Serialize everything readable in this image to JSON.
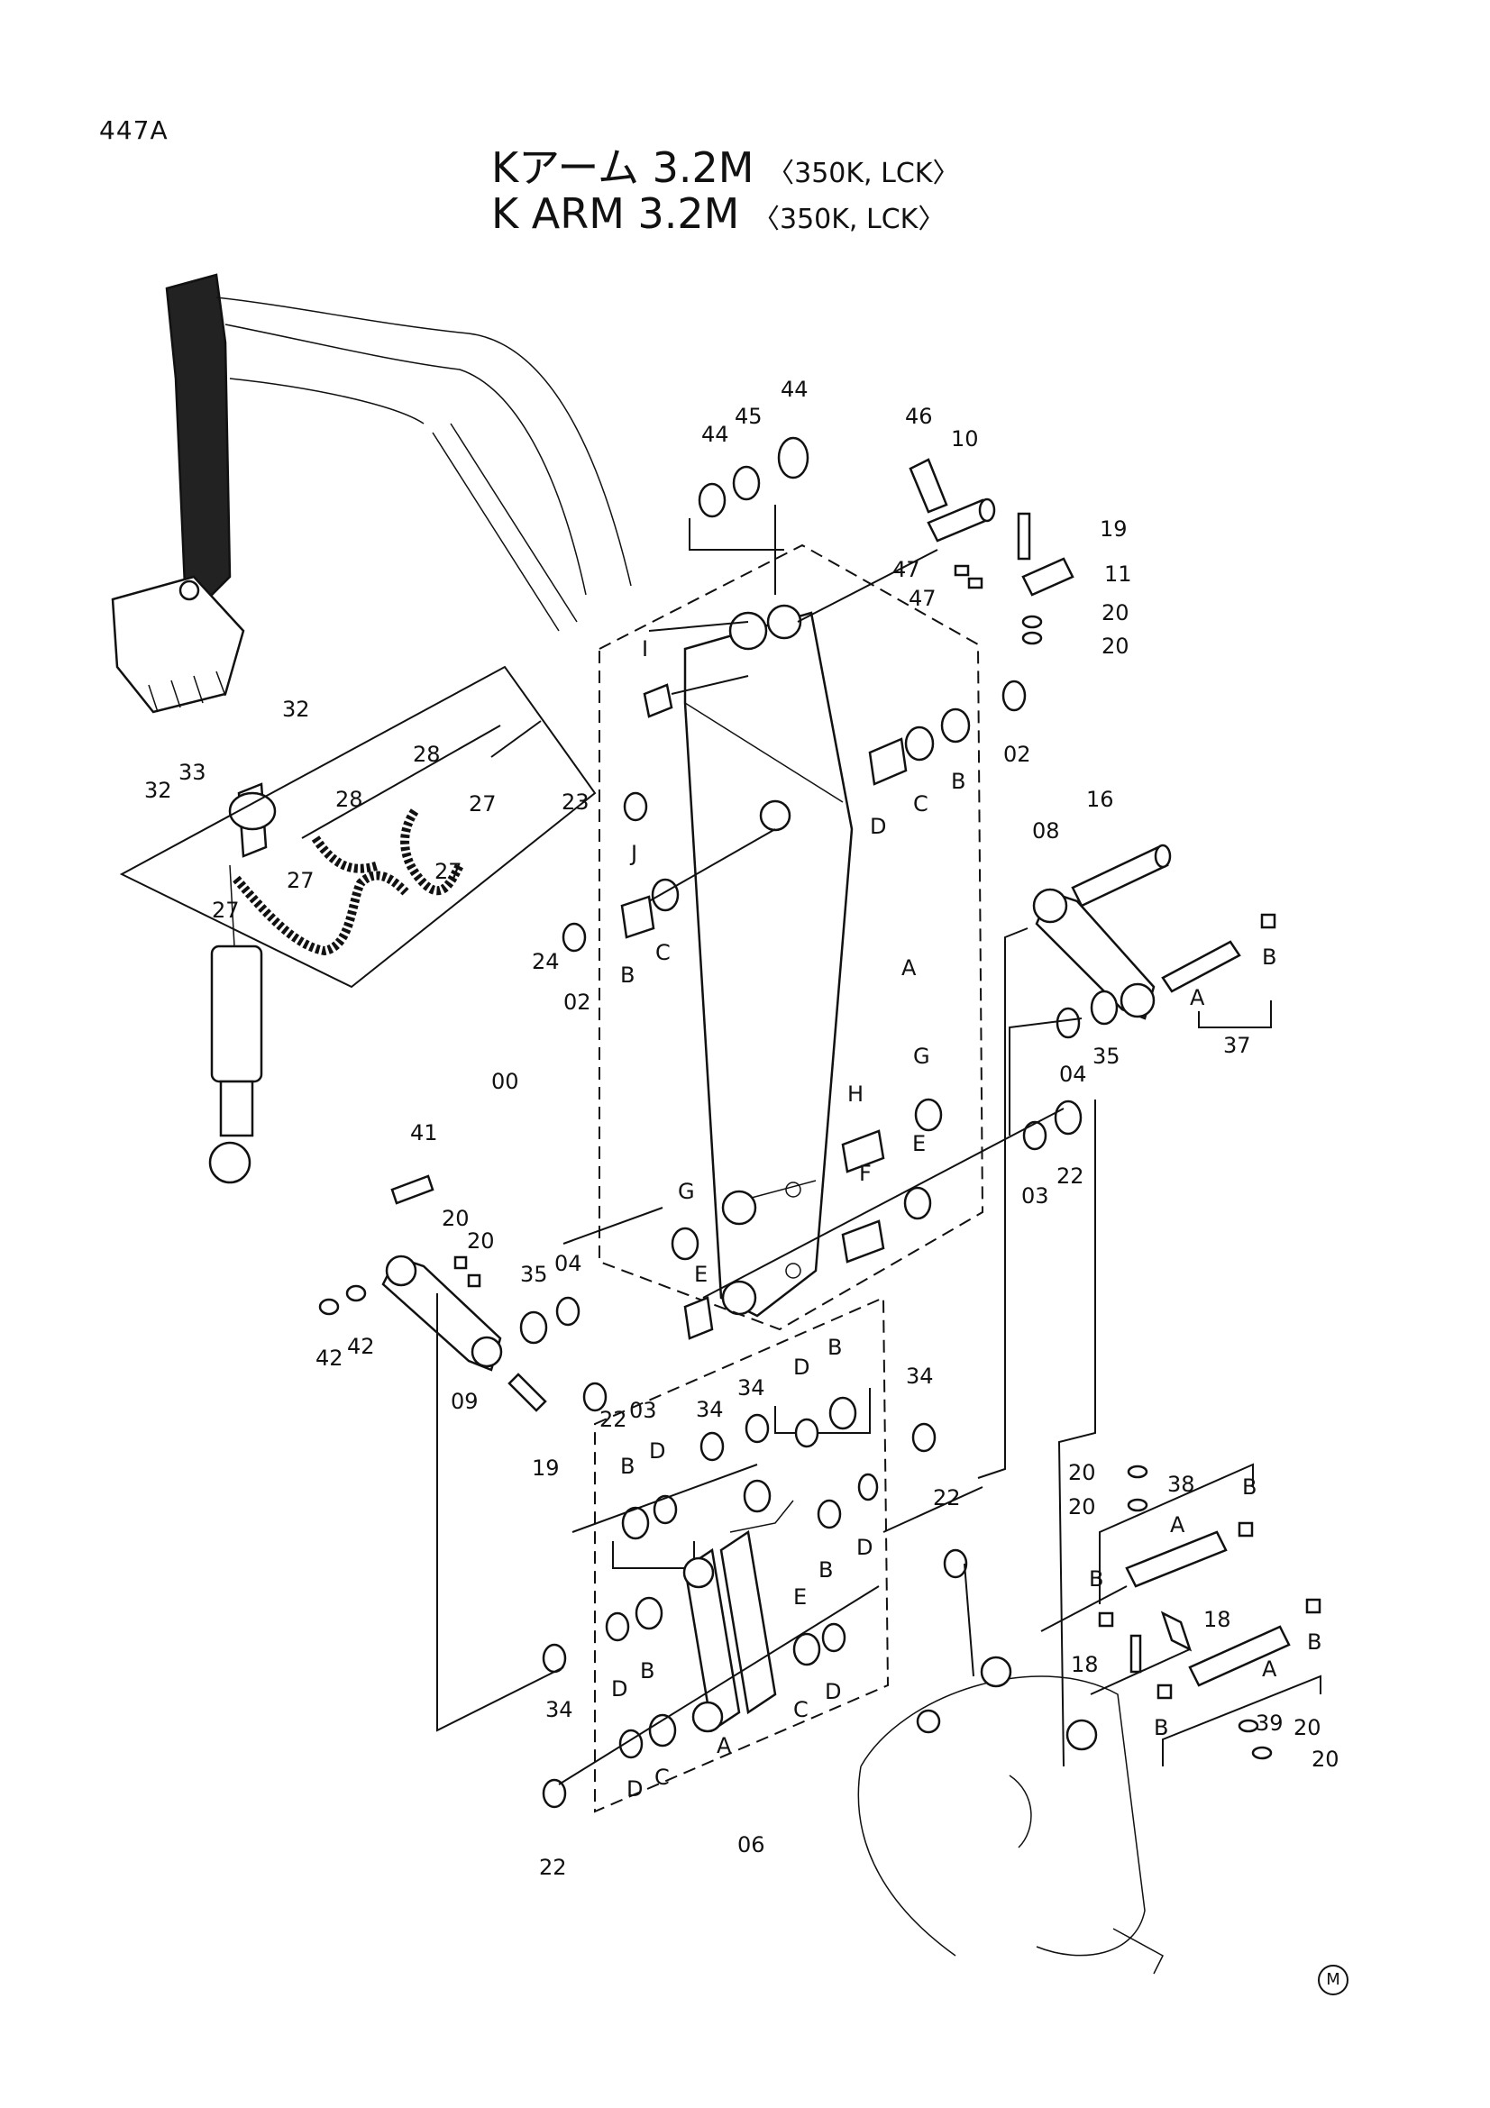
{
  "page_code": "447A",
  "title_jp": {
    "main": "Kアーム 3.2M",
    "sub": "〈350K, LCK〉"
  },
  "title_en": {
    "main": "K ARM 3.2M",
    "sub": "〈350K, LCK〉"
  },
  "maker_mark": "M",
  "callouts": [
    {
      "id": "c44a",
      "text": "44"
    },
    {
      "id": "c44b",
      "text": "44"
    },
    {
      "id": "c45",
      "text": "45"
    },
    {
      "id": "c46",
      "text": "46"
    },
    {
      "id": "c10",
      "text": "10"
    },
    {
      "id": "c19a",
      "text": "19"
    },
    {
      "id": "c47a",
      "text": "47"
    },
    {
      "id": "c47b",
      "text": "47"
    },
    {
      "id": "c11",
      "text": "11"
    },
    {
      "id": "c20a",
      "text": "20"
    },
    {
      "id": "c20b",
      "text": "20"
    },
    {
      "id": "cI",
      "text": "I"
    },
    {
      "id": "c02a",
      "text": "02"
    },
    {
      "id": "cB1",
      "text": "B"
    },
    {
      "id": "cC1",
      "text": "C"
    },
    {
      "id": "cD1",
      "text": "D"
    },
    {
      "id": "c32a",
      "text": "32"
    },
    {
      "id": "c32b",
      "text": "32"
    },
    {
      "id": "c33",
      "text": "33"
    },
    {
      "id": "c28a",
      "text": "28"
    },
    {
      "id": "c28b",
      "text": "28"
    },
    {
      "id": "c27a",
      "text": "27"
    },
    {
      "id": "c27b",
      "text": "27"
    },
    {
      "id": "c27c",
      "text": "27"
    },
    {
      "id": "c27d",
      "text": "27"
    },
    {
      "id": "c23",
      "text": "23"
    },
    {
      "id": "cJ",
      "text": "J"
    },
    {
      "id": "c24",
      "text": "24"
    },
    {
      "id": "c02b",
      "text": "02"
    },
    {
      "id": "cB2",
      "text": "B"
    },
    {
      "id": "cC2",
      "text": "C"
    },
    {
      "id": "c16",
      "text": "16"
    },
    {
      "id": "c08",
      "text": "08"
    },
    {
      "id": "cB3",
      "text": "B"
    },
    {
      "id": "cA3",
      "text": "A"
    },
    {
      "id": "c37",
      "text": "37"
    },
    {
      "id": "cA",
      "text": "A"
    },
    {
      "id": "c04a",
      "text": "04"
    },
    {
      "id": "c35a",
      "text": "35"
    },
    {
      "id": "cG1",
      "text": "G"
    },
    {
      "id": "c00",
      "text": "00"
    },
    {
      "id": "cH",
      "text": "H"
    },
    {
      "id": "cE1",
      "text": "E"
    },
    {
      "id": "cF",
      "text": "F"
    },
    {
      "id": "c03a",
      "text": "03"
    },
    {
      "id": "c22a",
      "text": "22"
    },
    {
      "id": "c41",
      "text": "41"
    },
    {
      "id": "c20c",
      "text": "20"
    },
    {
      "id": "c20d",
      "text": "20"
    },
    {
      "id": "cG2",
      "text": "G"
    },
    {
      "id": "c35b",
      "text": "35"
    },
    {
      "id": "c04b",
      "text": "04"
    },
    {
      "id": "cE2",
      "text": "E"
    },
    {
      "id": "c42a",
      "text": "42"
    },
    {
      "id": "c42b",
      "text": "42"
    },
    {
      "id": "c09",
      "text": "09"
    },
    {
      "id": "c19b",
      "text": "19"
    },
    {
      "id": "c22b",
      "text": "22"
    },
    {
      "id": "c03b",
      "text": "03"
    },
    {
      "id": "cB4",
      "text": "B"
    },
    {
      "id": "cD4",
      "text": "D"
    },
    {
      "id": "c34a",
      "text": "34"
    },
    {
      "id": "c34b",
      "text": "34"
    },
    {
      "id": "c34c",
      "text": "34"
    },
    {
      "id": "cB5",
      "text": "B"
    },
    {
      "id": "cD5",
      "text": "D"
    },
    {
      "id": "c20e",
      "text": "20"
    },
    {
      "id": "c20f",
      "text": "20"
    },
    {
      "id": "c38",
      "text": "38"
    },
    {
      "id": "cA6",
      "text": "A"
    },
    {
      "id": "cB6",
      "text": "B"
    },
    {
      "id": "cB7",
      "text": "B"
    },
    {
      "id": "cE3",
      "text": "E"
    },
    {
      "id": "cD6",
      "text": "D"
    },
    {
      "id": "cB8",
      "text": "B"
    },
    {
      "id": "c22c",
      "text": "22"
    },
    {
      "id": "c18a",
      "text": "18"
    },
    {
      "id": "c18b",
      "text": "18"
    },
    {
      "id": "cB9",
      "text": "B"
    },
    {
      "id": "cB10",
      "text": "B"
    },
    {
      "id": "cA7",
      "text": "A"
    },
    {
      "id": "c39",
      "text": "39"
    },
    {
      "id": "c20g",
      "text": "20"
    },
    {
      "id": "c20h",
      "text": "20"
    },
    {
      "id": "cD7",
      "text": "D"
    },
    {
      "id": "cB11",
      "text": "B"
    },
    {
      "id": "cC7",
      "text": "C"
    },
    {
      "id": "cD8",
      "text": "D"
    },
    {
      "id": "cA8",
      "text": "A"
    },
    {
      "id": "c34d",
      "text": "34"
    },
    {
      "id": "cD9",
      "text": "D"
    },
    {
      "id": "cC9",
      "text": "C"
    },
    {
      "id": "c06",
      "text": "06"
    },
    {
      "id": "c22d",
      "text": "22"
    }
  ]
}
